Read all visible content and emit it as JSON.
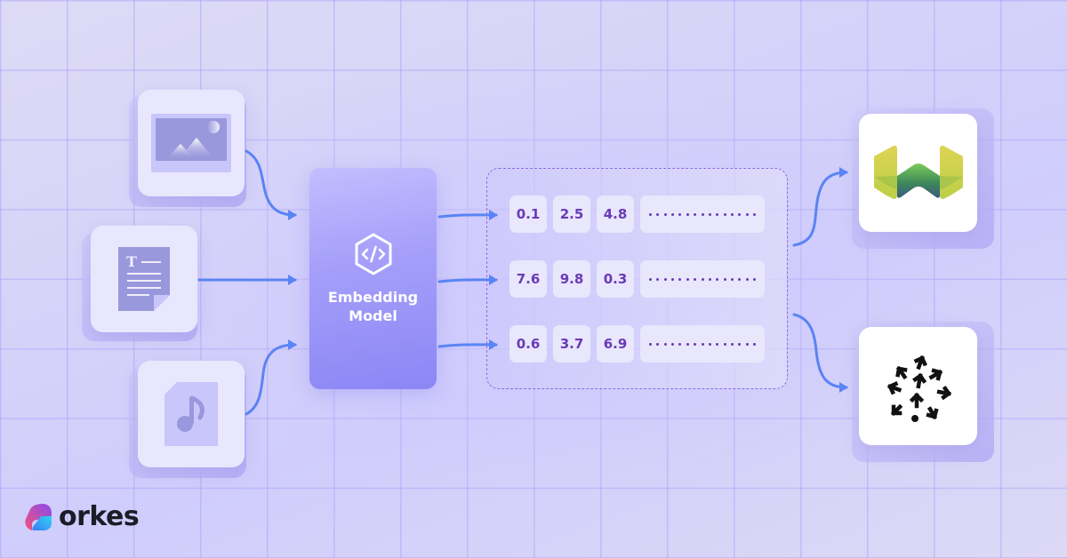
{
  "diagram": {
    "title": "Embedding Model pipeline",
    "inputs": [
      {
        "id": "image",
        "icon": "image-file-icon"
      },
      {
        "id": "text",
        "icon": "text-document-icon",
        "glyph": "T"
      },
      {
        "id": "audio",
        "icon": "audio-file-icon"
      }
    ],
    "model": {
      "label_line1": "Embedding",
      "label_line2": "Model",
      "icon": "code-hexagon-icon"
    },
    "vectors": [
      {
        "values": [
          "0.1",
          "2.5",
          "4.8"
        ],
        "ellipsis_dots": 15
      },
      {
        "values": [
          "7.6",
          "9.8",
          "0.3"
        ],
        "ellipsis_dots": 15
      },
      {
        "values": [
          "0.6",
          "3.7",
          "6.9"
        ],
        "ellipsis_dots": 15
      }
    ],
    "outputs": [
      {
        "id": "weaviate",
        "icon": "weaviate-logo-icon"
      },
      {
        "id": "pinecone-like",
        "icon": "arrows-cluster-logo-icon"
      }
    ]
  },
  "brand": {
    "name": "orkes"
  },
  "colors": {
    "background": "#d6d3f8",
    "grid_line": "#afa5fa",
    "arrow": "#5a84f5",
    "model_top": "#c3befe",
    "model_bottom": "#8b86f5",
    "vector_text": "#6a3ab8",
    "dashed_border": "#8d6ce0",
    "card": "#e9e7fd"
  }
}
